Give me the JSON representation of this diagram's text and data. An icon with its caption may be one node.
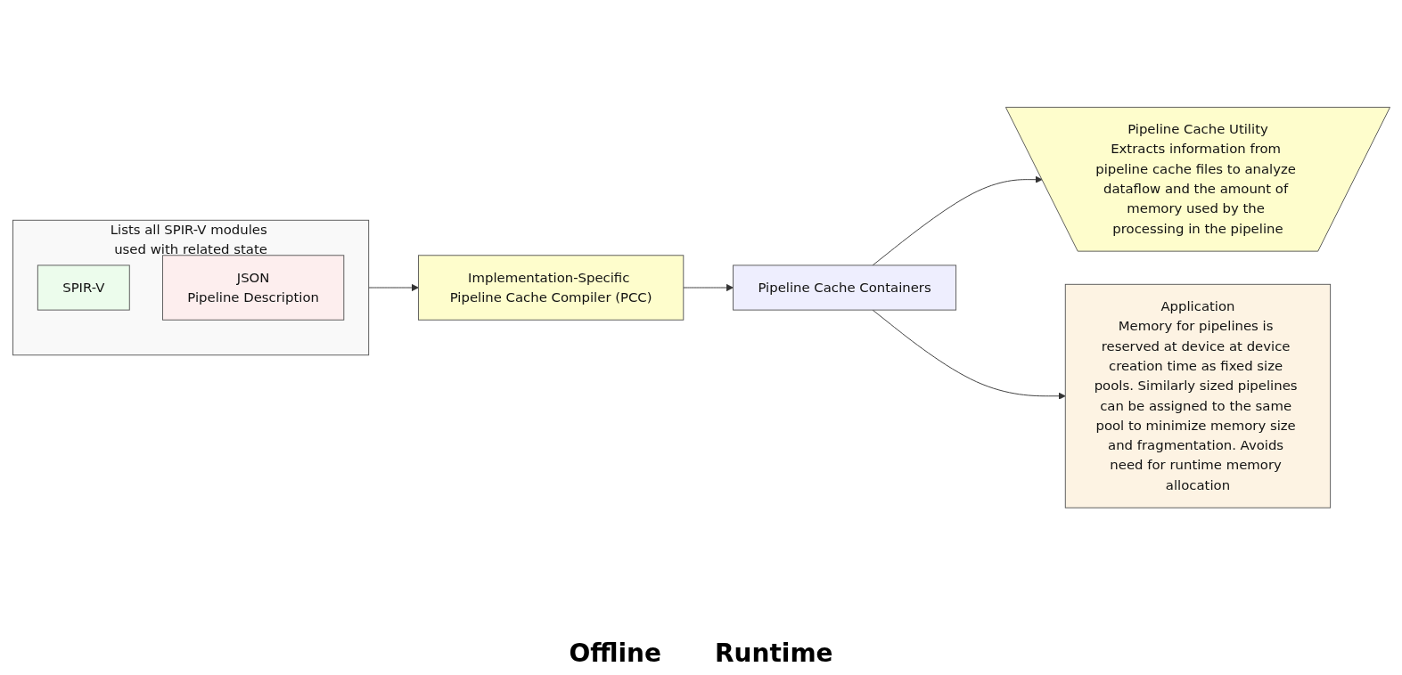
{
  "diagram": {
    "nodes": [
      {
        "text": [
          "Lists all SPIR-V modules used with related state"
        ]
      },
      {
        "text": [
          "SPIR-V"
        ],
        "in": 0
      },
      {
        "text": [
          "JSON",
          "Pipeline Description"
        ],
        "in": 0
      },
      {
        "text": [
          "Implementation-Specific Pipeline Cache Compiler (PCC)"
        ]
      },
      {
        "text": [
          "Pipeline Cache Containers"
        ]
      },
      {
        "text": [
          "Pipeline Cache Utility",
          "Extracts information from pipeline cache files to analyze dataflow and the amount of memory used by the processing in the pipeline"
        ]
      },
      {
        "text": [
          "Application",
          "Memory for pipelines is reserved at device at device creation time as fixed size pools. Similarly sized pipelines can be assigned to the same pool to minimize memory size and fragmentation. Avoids need for runtime memory allocation"
        ]
      }
    ],
    "edges": [
      {
        "from": 0,
        "to": 3,
        "arrow": "to"
      },
      {
        "from": 3,
        "to": 4,
        "arrow": "to"
      },
      {
        "from": 4,
        "to": 5,
        "arrow": "to"
      },
      {
        "from": 4,
        "to": 6,
        "arrow": "to"
      }
    ],
    "labels": [
      "Offline",
      "Runtime"
    ]
  }
}
